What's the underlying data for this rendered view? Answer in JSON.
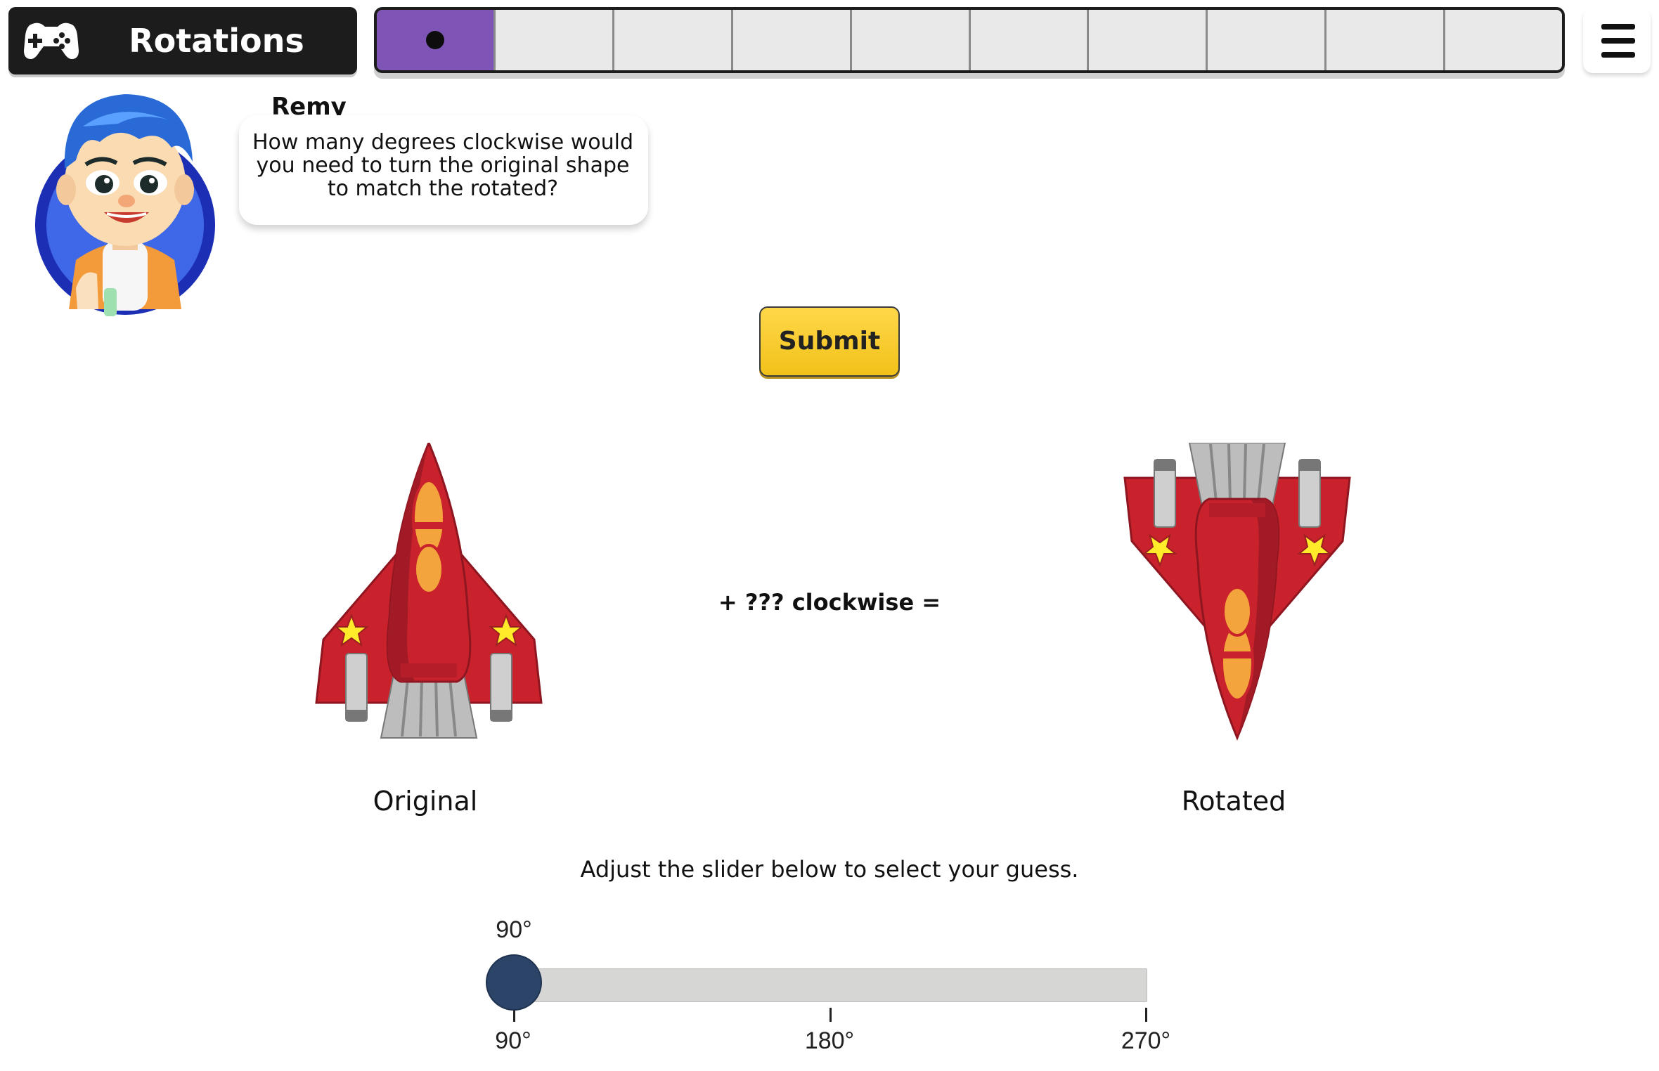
{
  "header": {
    "title": "Rotations",
    "progress_segments": 10,
    "current_segment": 1,
    "colors": {
      "title_bg": "#1c1c1c",
      "current": "#7e55b6",
      "empty": "#e9e9e9"
    }
  },
  "menu": {
    "icon": "hamburger-menu-icon"
  },
  "character": {
    "name": "Remy",
    "question": "How many degrees clockwise would you need to turn the original shape to match the rotated?"
  },
  "actions": {
    "submit_label": "Submit"
  },
  "shapes": {
    "original_label": "Original",
    "rotated_label": "Rotated",
    "equation": "+ ??? clockwise ="
  },
  "slider": {
    "instruction": "Adjust the slider below to select your guess.",
    "current_value": "90°",
    "ticks": [
      "90°",
      "180°",
      "270°"
    ],
    "value_fraction": 0,
    "handle_color": "#2b4468"
  }
}
